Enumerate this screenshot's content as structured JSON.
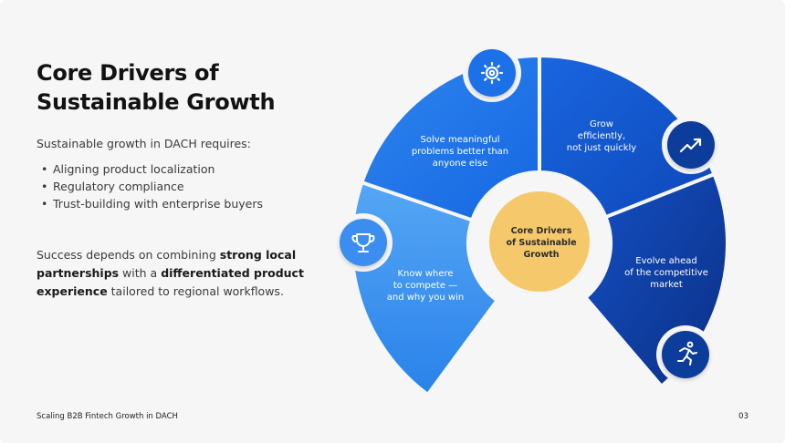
{
  "title_lines": [
    "Core Drivers of",
    "Sustainable Growth"
  ],
  "intro": "Sustainable growth in DACH requires:",
  "bullets": [
    "Aligning product localization",
    "Regulatory compliance",
    "Trust-building with enterprise buyers"
  ],
  "body": {
    "part1": "Success depends on combining ",
    "bold1": "strong local partnerships",
    "part2": " with a ",
    "bold2": "differentiated product experience",
    "part3": " tailored to regional workflows."
  },
  "diagram": {
    "center_lines": [
      "Core Drivers",
      "of Sustainable",
      "Growth"
    ],
    "segments": [
      {
        "lines": [
          "Solve meaningful",
          "problems better than",
          "anyone else"
        ],
        "icon": "gear-icon"
      },
      {
        "lines": [
          "Grow",
          "efficiently,",
          "not just quickly"
        ],
        "icon": "trending-up-icon"
      },
      {
        "lines": [
          "Know where",
          "to compete —",
          "and why you win"
        ],
        "icon": "trophy-icon"
      },
      {
        "lines": [
          "Evolve ahead",
          "of the competitive",
          "market"
        ],
        "icon": "runner-icon"
      }
    ],
    "colors": {
      "light_blue": "#3f8ff0",
      "mid_blue": "#2673e6",
      "dark_blue": "#0f3d9b",
      "center": "#f5c96b"
    }
  },
  "footer": {
    "left": "Scaling B2B Fintech Growth in DACH",
    "page": "03"
  }
}
